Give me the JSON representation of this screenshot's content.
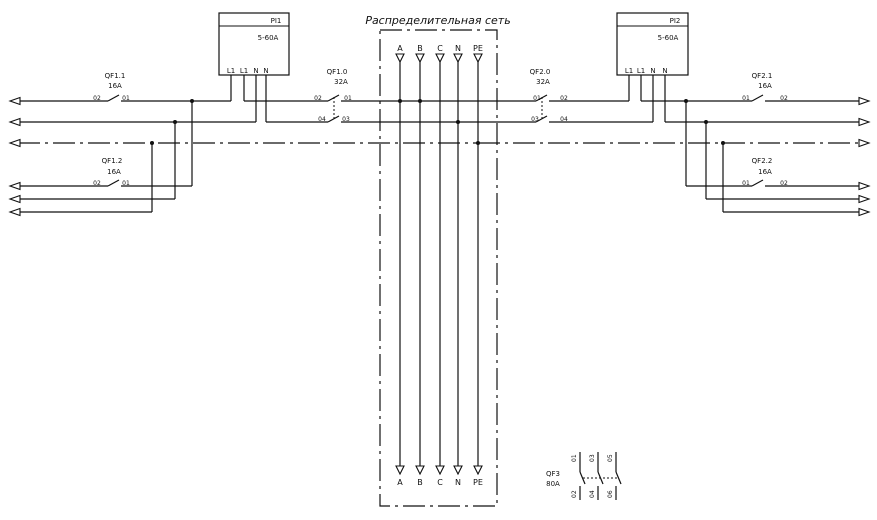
{
  "network": {
    "title": "Распределительная сеть",
    "buses_top": [
      "A",
      "B",
      "C",
      "N",
      "PE"
    ],
    "buses_bottom": [
      "A",
      "B",
      "C",
      "N",
      "PE"
    ]
  },
  "meters": {
    "pi1": {
      "name": "PI1",
      "rating": "5-60A",
      "terminals": [
        "L1",
        "L1",
        "N",
        "N"
      ]
    },
    "pi2": {
      "name": "PI2",
      "rating": "5-60A",
      "terminals": [
        "L1",
        "L1",
        "N",
        "N"
      ]
    }
  },
  "breakers": {
    "qf10": {
      "name": "QF1.0",
      "rating": "32A",
      "pins": [
        "02",
        "01",
        "04",
        "03"
      ]
    },
    "qf11": {
      "name": "QF1.1",
      "rating": "16A",
      "pins": [
        "02",
        "01"
      ]
    },
    "qf12": {
      "name": "QF1.2",
      "rating": "16A",
      "pins": [
        "02",
        "01"
      ]
    },
    "qf20": {
      "name": "QF2.0",
      "rating": "32A",
      "pins": [
        "01",
        "02",
        "03",
        "04"
      ]
    },
    "qf21": {
      "name": "QF2.1",
      "rating": "16A",
      "pins": [
        "01",
        "02"
      ]
    },
    "qf22": {
      "name": "QF2.2",
      "rating": "16A",
      "pins": [
        "01",
        "02"
      ]
    },
    "qf3": {
      "name": "QF3",
      "rating": "80A",
      "pins_top": [
        "01",
        "03",
        "05"
      ],
      "pins_bottom": [
        "02",
        "04",
        "06"
      ]
    }
  }
}
